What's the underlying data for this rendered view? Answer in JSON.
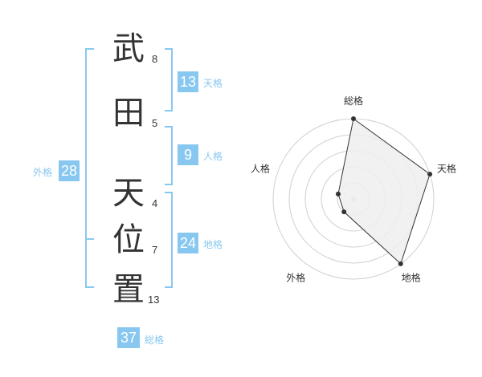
{
  "name": {
    "chars": [
      {
        "char": "武",
        "strokes": "8"
      },
      {
        "char": "田",
        "strokes": "5"
      },
      {
        "char": "天",
        "strokes": "4"
      },
      {
        "char": "位",
        "strokes": "7"
      },
      {
        "char": "置",
        "strokes": "13"
      }
    ]
  },
  "kakusu": {
    "tenkaku": {
      "value": "13",
      "label": "天格"
    },
    "jinkaku": {
      "value": "9",
      "label": "人格"
    },
    "chikaku": {
      "value": "24",
      "label": "地格"
    },
    "gaikaku": {
      "value": "28",
      "label": "外格"
    },
    "soukaku": {
      "value": "37",
      "label": "総格"
    }
  },
  "colors": {
    "accent": "#88c8f0",
    "text": "#333333",
    "ring": "#d0d0d0",
    "fill": "#efefef"
  },
  "chart_data": {
    "type": "radar",
    "axes": [
      "総格",
      "天格",
      "地格",
      "外格",
      "人格"
    ],
    "rmax": 5,
    "rings": 5,
    "values": [
      5,
      5,
      5,
      1,
      1
    ]
  }
}
